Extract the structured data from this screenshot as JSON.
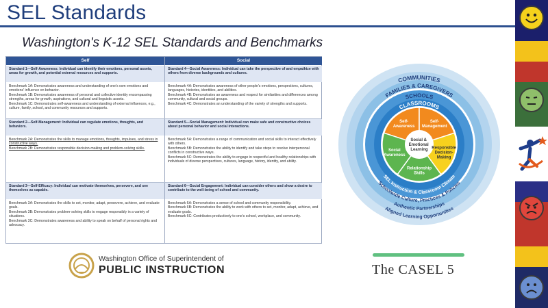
{
  "slide": {
    "title": "SEL Standards",
    "subtitle": "Washington's K-12 SEL Standards and Benchmarks"
  },
  "table": {
    "columns": [
      "Self",
      "Social"
    ],
    "rows": [
      {
        "left_header": "Standard 1—Self-Awareness: Individual can identify their emotions, personal assets, areas for growth, and potential external resources and supports.",
        "right_header": "Standard 4—Social Awareness: Individual can take the perspective of and empathize with others from diverse backgrounds and cultures.",
        "left_body": [
          "Benchmark 1A: Demonstrates awareness and understanding of one's own emotions and emotions' influence on behavior.",
          "Benchmark 1B: Demonstrates awareness of personal and collective identity encompassing strengths, areas for growth, aspirations, and cultural and linguistic assets.",
          "Benchmark 1C: Demonstrates self-awareness and understanding of external influences, e.g., culture, family, school, and community resources and supports."
        ],
        "right_body": [
          "Benchmark 4A: Demonstrates awareness of other people's emotions, perspectives, cultures, languages, histories, identities, and abilities.",
          "Benchmark 4B: Demonstrates an awareness and respect for similarities and differences among community, cultural and social groups.",
          "Benchmark 4C: Demonstrates an understanding of the variety of strengths and supports."
        ]
      },
      {
        "left_header": "Standard 2—Self-Management: Individual can regulate emotions, thoughts, and behaviors.",
        "right_header": "Standard 5—Social Management: Individual can make safe and constructive choices about personal behavior and social interactions.",
        "left_body": [
          "Benchmark 2A: Demonstrates the skills to manage emotions, thoughts, impulses, and stress in constructive ways.",
          "Benchmark 2B: Demonstrates responsible decision-making and problem-solving skills."
        ],
        "right_body": [
          "Benchmark 5A: Demonstrates a range of communication and social skills to interact effectively with others.",
          "Benchmark 5B: Demonstrates the ability to identify and take steps to resolve interpersonal conflicts in constructive ways.",
          "Benchmark 5C: Demonstrates the ability to engage in respectful and healthy relationships with individuals of diverse perspectives, cultures, language, history, identity, and ability."
        ]
      },
      {
        "left_header": "Standard 3—Self-Efficacy: Individual can motivate themselves, persevere, and see themselves as capable.",
        "right_header": "Standard 6—Social Engagement: Individual can consider others and show a desire to contribute to the well-being of school and community.",
        "left_body": [
          "Benchmark 3A: Demonstrates the skills to set, monitor, adapt, persevere, achieve, and evaluate goals.",
          "Benchmark 3B: Demonstrates problem-solving skills to engage responsibly in a variety of situations.",
          "Benchmark 3C: Demonstrates awareness and ability to speak on behalf of personal rights and advocacy."
        ],
        "right_body": [
          "Benchmark 6A: Demonstrates a sense of school and community responsibility.",
          "Benchmark 6B: Demonstrates the ability to work with others to set, monitor, adapt, achieve, and evaluate goals.",
          "Benchmark 6C: Contributes productively to one's school, workplace, and community."
        ]
      }
    ]
  },
  "ospi": {
    "line1": "Washington Office of Superintendent of",
    "line2": "PUBLIC INSTRUCTION"
  },
  "casel": {
    "caption": "The CASEL 5",
    "rings": {
      "communities": "COMMUNITIES",
      "families": "FAMILIES & CAREGIVERS",
      "schools": "SCHOOLS",
      "classrooms": "CLASSROOMS",
      "instruction": "SEL Instruction & Classroom Climate",
      "schoolwide": "Schoolwide Culture, Practices & Policies",
      "partnerships": "Authentic Partnerships",
      "aligned": "Aligned Learning Opportunities"
    },
    "center": [
      "Social &",
      "Emotional",
      "Learning"
    ],
    "segments": [
      {
        "lines": [
          "Self-",
          "Awareness"
        ],
        "color": "#f28a1e"
      },
      {
        "lines": [
          "Self-",
          "Management"
        ],
        "color": "#f28a1e"
      },
      {
        "lines": [
          "Responsible",
          "Decision-",
          "Making"
        ],
        "color": "#f7d11e"
      },
      {
        "lines": [
          "Relationship",
          "Skills"
        ],
        "color": "#5db54f"
      },
      {
        "lines": [
          "Social",
          "Awareness"
        ],
        "color": "#5db54f"
      }
    ]
  },
  "colors": {
    "title": "#1f3e7c",
    "table_header": "#2f5596",
    "ring_outer": "#b9d7ee",
    "ring_mid": "#7cb7e3",
    "ring_dark": "#2c6fb5",
    "ring_classroom": "#2b86cc"
  },
  "icons": [
    "happy-face-icon",
    "neutral-face-icon",
    "star-figure-icon",
    "angry-face-icon",
    "sad-face-icon"
  ]
}
